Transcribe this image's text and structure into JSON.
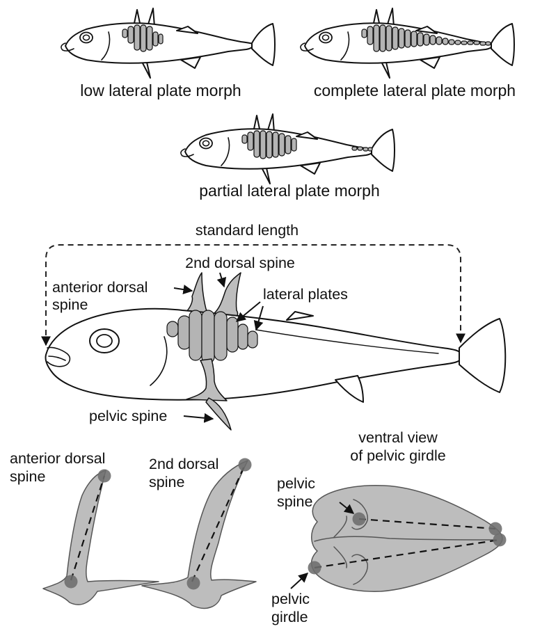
{
  "morphs": {
    "low": "low lateral plate morph",
    "complete": "complete lateral plate morph",
    "partial": "partial lateral plate morph"
  },
  "labels": {
    "standard_length": "standard length",
    "second_dorsal_spine": "2nd dorsal spine",
    "anterior_dorsal_spine_line1": "anterior dorsal",
    "anterior_dorsal_spine_line2": "spine",
    "lateral_plates": "lateral plates",
    "pelvic_spine": "pelvic spine"
  },
  "details": {
    "anterior_line1": "anterior dorsal",
    "anterior_line2": "spine",
    "second_line1": "2nd dorsal",
    "second_line2": "spine",
    "ventral_line1": "ventral view",
    "ventral_line2": "of pelvic girdle",
    "pelvic_spine_line1": "pelvic",
    "pelvic_spine_line2": "spine",
    "pelvic_girdle_line1": "pelvic",
    "pelvic_girdle_line2": "girdle"
  },
  "colors": {
    "outline": "#111111",
    "plate_fill": "#b4b4b4",
    "bone_fill": "#bdbdbd",
    "landmark": "#6d6d6d"
  }
}
